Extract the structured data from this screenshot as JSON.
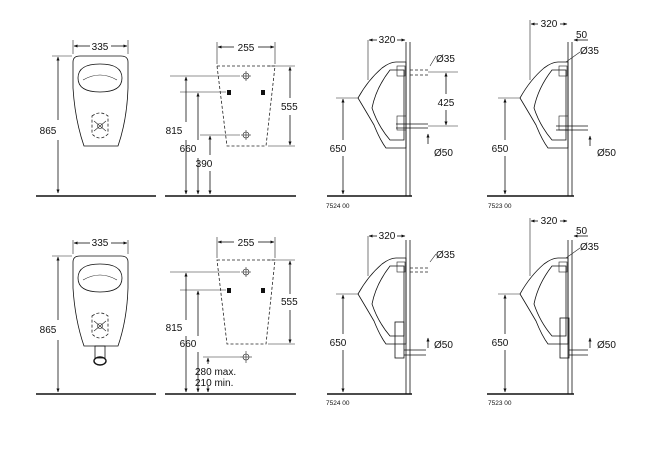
{
  "rows": [
    {
      "front": {
        "width": "335",
        "height": "865"
      },
      "rear": {
        "width": "255",
        "height_total": "815",
        "height_mid": "660",
        "height_low": "390",
        "height_frame": "555"
      },
      "side_a": {
        "depth": "320",
        "inlet_dia": "Ø35",
        "spacing": "425",
        "height": "650",
        "outlet_dia": "Ø50",
        "code": "7524 00"
      },
      "side_b": {
        "depth": "320",
        "top_offset": "50",
        "inlet_dia": "Ø35",
        "height": "650",
        "outlet_dia": "Ø50",
        "code": "7523 00"
      }
    },
    {
      "front": {
        "width": "335",
        "height": "865"
      },
      "rear": {
        "width": "255",
        "height_total": "815",
        "height_mid": "660",
        "height_frame": "555",
        "outlet_max": "280 max.",
        "outlet_min": "210 min."
      },
      "side_a": {
        "depth": "320",
        "inlet_dia": "Ø35",
        "height": "650",
        "outlet_dia": "Ø50",
        "code": "7524 00"
      },
      "side_b": {
        "depth": "320",
        "top_offset": "50",
        "inlet_dia": "Ø35",
        "height": "650",
        "outlet_dia": "Ø50",
        "code": "7523 00"
      }
    }
  ]
}
